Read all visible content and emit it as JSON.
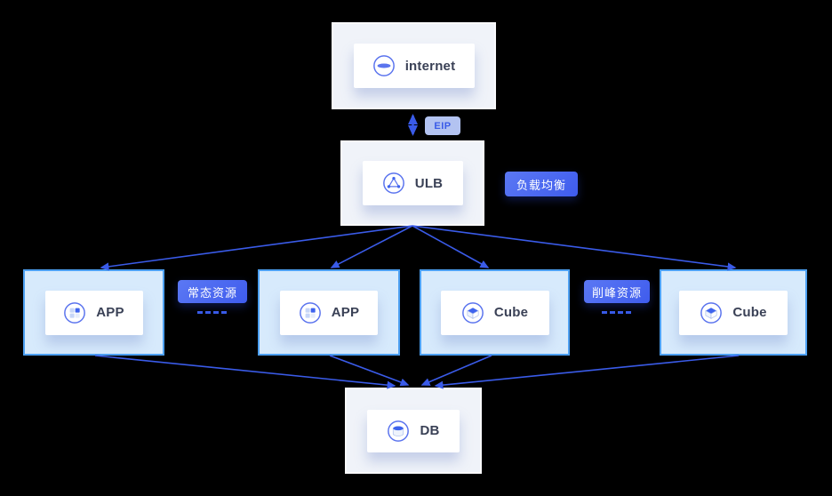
{
  "diagram_title": "load-balancing-architecture",
  "nodes": {
    "internet": {
      "label": "internet",
      "icon": "globe-icon"
    },
    "ulb": {
      "label": "ULB",
      "icon": "load-balancer-icon"
    },
    "app1": {
      "label": "APP",
      "icon": "app-grid-icon"
    },
    "app2": {
      "label": "APP",
      "icon": "app-grid-icon"
    },
    "cube1": {
      "label": "Cube",
      "icon": "cube-icon"
    },
    "cube2": {
      "label": "Cube",
      "icon": "cube-icon"
    },
    "db": {
      "label": "DB",
      "icon": "database-icon"
    }
  },
  "badges": {
    "eip": "EIP",
    "load_balancing": "负载均衡",
    "normal_resources": "常态资源",
    "peak_resources": "削峰资源"
  },
  "connections": [
    {
      "from": "internet",
      "to": "ulb",
      "style": "double-arrow",
      "label": "EIP"
    },
    {
      "from": "ulb",
      "to": "app1"
    },
    {
      "from": "ulb",
      "to": "app2"
    },
    {
      "from": "ulb",
      "to": "cube1"
    },
    {
      "from": "ulb",
      "to": "cube2"
    },
    {
      "from": "app1",
      "to": "db"
    },
    {
      "from": "app2",
      "to": "db"
    },
    {
      "from": "cube1",
      "to": "db"
    },
    {
      "from": "cube2",
      "to": "db"
    }
  ],
  "colors": {
    "background": "#000000",
    "arrow": "#3a5be8",
    "badge_gradient_start": "#5b78f4",
    "badge_gradient_end": "#3f5ced",
    "badge_text": "#ffffff",
    "eip_badge_bg": "#b3c3f1",
    "eip_badge_text": "#3a5be8",
    "blue_box_fill": "#d7eafc",
    "blue_box_border": "#4da0f2",
    "gray_box_fill": "#f0f3f9",
    "card_bg": "#ffffff",
    "icon_stroke": "#5b74ee",
    "icon_accent": "#3e63ee",
    "node_label_text": "#3a4156"
  }
}
